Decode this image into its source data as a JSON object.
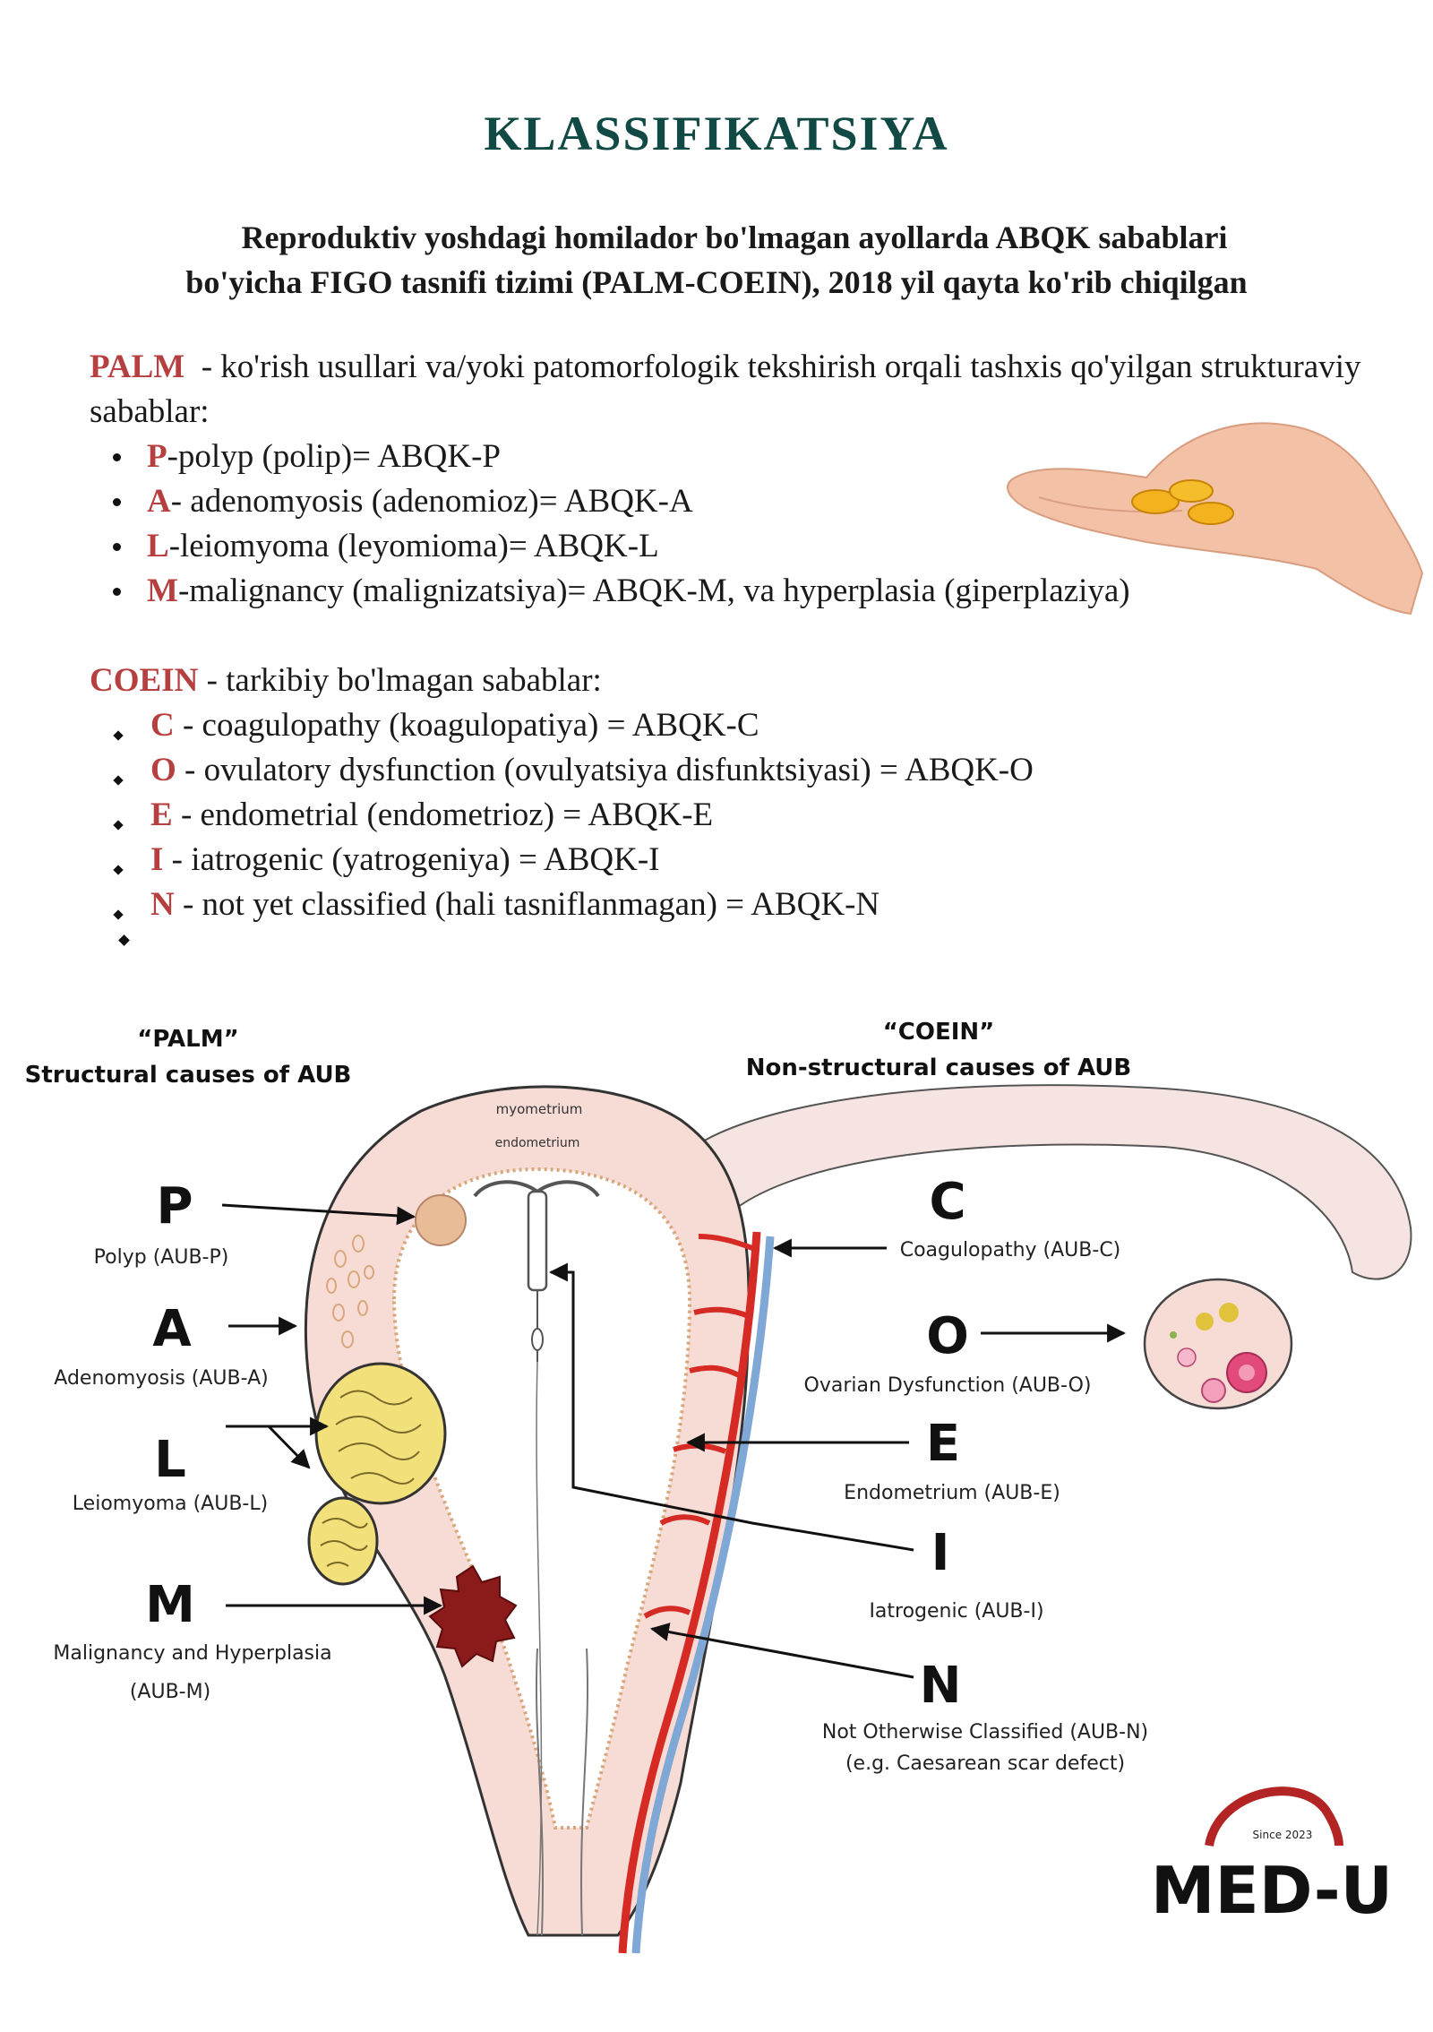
{
  "title": "KLASSIFIKATSIYA",
  "subtitle": {
    "line1": "Reproduktiv yoshdagi homilador bo'lmagan ayollarda ABQK sabablari",
    "line2": "bo'yicha FIGO tasnifi tizimi (PALM-COEIN), 2018 yil qayta ko'rib chiqilgan"
  },
  "palm": {
    "keyword": "PALM",
    "intro": "  - ko'rish usullari va/yoki patomorfologik tekshirish orqali tashxis qo'yilgan strukturaviy sabablar:",
    "items": [
      {
        "letter": "P",
        "text": "-polyp (polip)= ABQK-P"
      },
      {
        "letter": "A",
        "text": "- adenomyosis (adenomioz)= ABQK-A"
      },
      {
        "letter": "L",
        "text": "-leiomyoma (leyomioma)= ABQK-L"
      },
      {
        "letter": "M",
        "text": "-malignancy (malignizatsiya)= ABQK-M, va  hyperplasia (giperplaziya)"
      }
    ]
  },
  "coein": {
    "keyword": "COEIN",
    "intro": " - tarkibiy bo'lmagan sabablar:",
    "items": [
      {
        "letter": "C",
        "text": " - coagulopathy (koagulopatiya) = ABQK-C"
      },
      {
        "letter": "O",
        "text": " - ovulatory dysfunction (ovulyatsiya disfunktsiyasi) = ABQK-O"
      },
      {
        "letter": "E",
        "text": " - endometrial (endometrioz) = ABQK-E"
      },
      {
        "letter": "I",
        "text": " - iatrogenic (yatrogeniya) = ABQK-I"
      },
      {
        "letter": "N",
        "text": " - not yet classified (hali tasniflanmagan) = ABQK-N"
      }
    ]
  },
  "diagram": {
    "palm_heading": "“PALM”",
    "palm_subheading": "Structural causes of AUB",
    "coein_heading": "“COEIN”",
    "coein_subheading": "Non-structural causes of AUB",
    "myometrium": "myometrium",
    "endometrium": "endometrium",
    "palm_labels": [
      {
        "letter": "P",
        "caption": "Polyp  (AUB-P)"
      },
      {
        "letter": "A",
        "caption": "Adenomyosis (AUB-A)"
      },
      {
        "letter": "L",
        "caption": "Leiomyoma (AUB-L)"
      },
      {
        "letter": "M",
        "caption": "Malignancy and Hyperplasia",
        "caption2": "(AUB-M)"
      }
    ],
    "coein_labels": [
      {
        "letter": "C",
        "caption": "Coagulopathy  (AUB-C)"
      },
      {
        "letter": "O",
        "caption": "Ovarian Dysfunction (AUB-O)"
      },
      {
        "letter": "E",
        "caption": "Endometrium (AUB-E)"
      },
      {
        "letter": "I",
        "caption": "Iatrogenic (AUB-I)"
      },
      {
        "letter": "N",
        "caption": "Not Otherwise Classified (AUB-N)",
        "caption2": "(e.g. Caesarean scar defect)"
      }
    ]
  },
  "logo": {
    "since": "Since 2023",
    "name": "MED-U"
  },
  "colors": {
    "title": "#114a45",
    "keyword": "#b5403f",
    "uterus_fill": "#f7dcd6",
    "artery": "#d62a25",
    "vein": "#7fa8d6"
  }
}
